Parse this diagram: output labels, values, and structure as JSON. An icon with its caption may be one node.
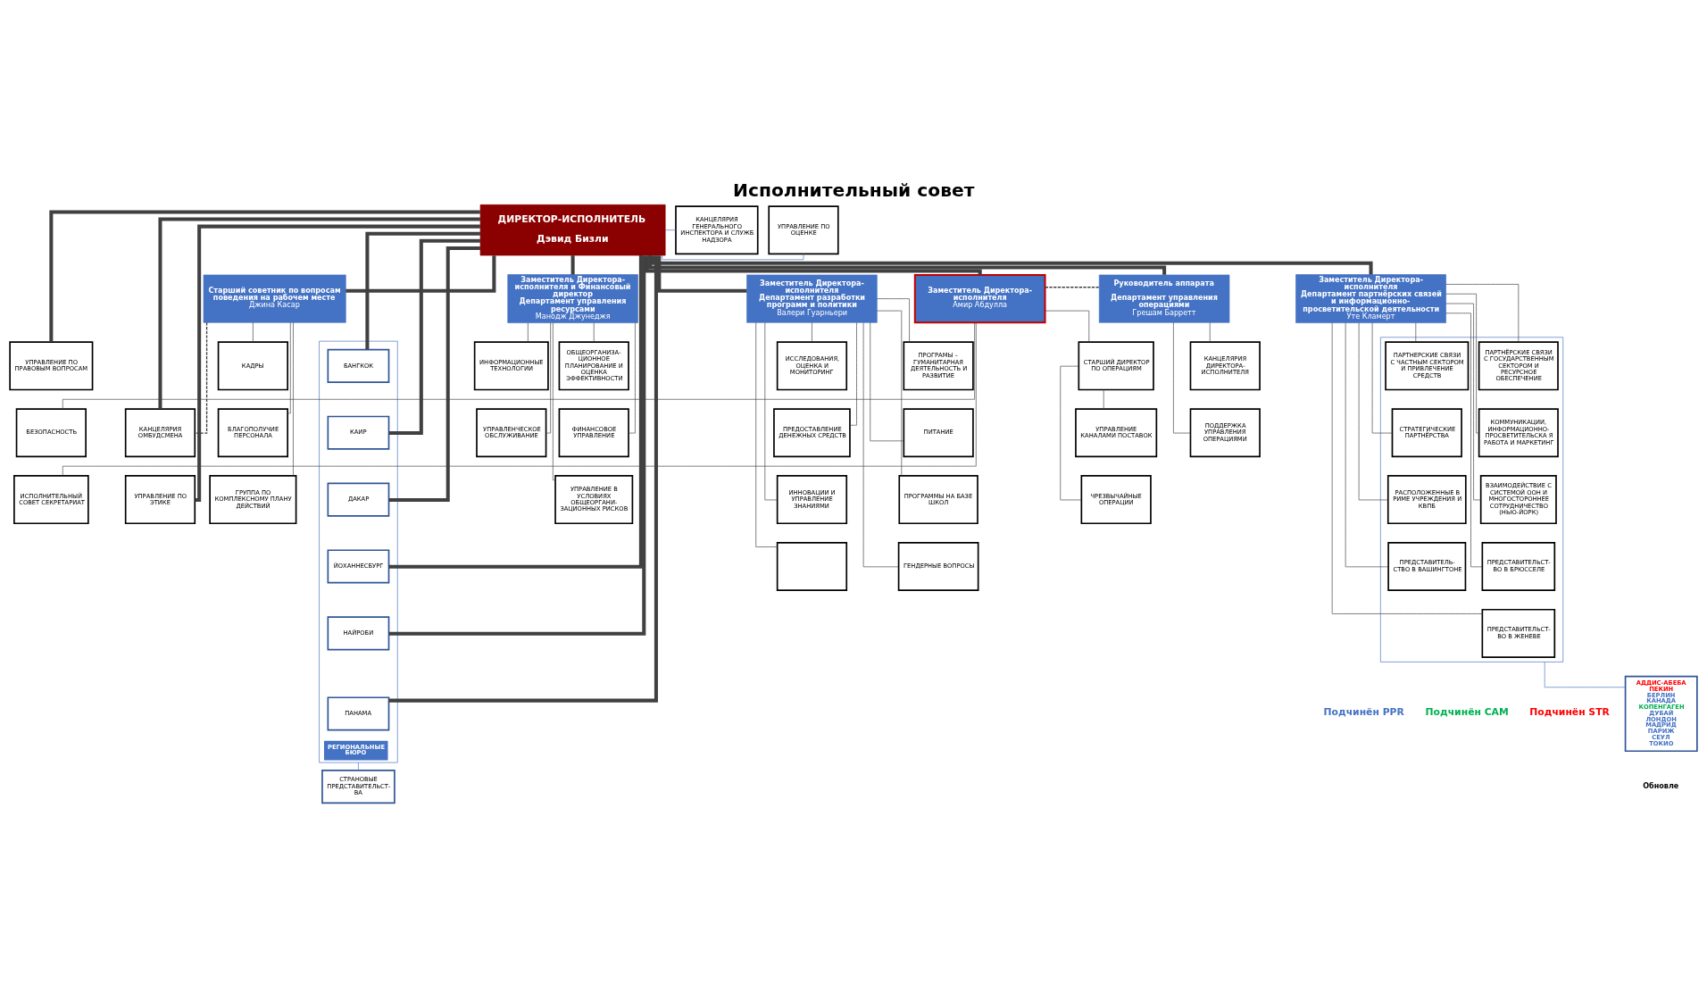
{
  "diagram": {
    "title": "Исполнительный совет",
    "nodes": [
      {
        "text": [
          "ДИРЕКТОР-ИСПОЛНИТЕЛЬ",
          "Дэвид Бизли"
        ]
      },
      {
        "text": [
          "КАНЦЕЛЯРИЯ ГЕНЕРАЛЬНОГО ИНСПЕКТОРА И СЛУЖБ НАДЗОРА"
        ]
      },
      {
        "text": [
          "УПРАВЛЕНИЕ ПО ОЦЕНКЕ"
        ]
      },
      {
        "text": [
          "Старший советник по вопросам поведения на рабочем месте",
          "Джина Касар"
        ]
      },
      {
        "text": [
          "КАДРЫ"
        ]
      },
      {
        "text": [
          "БЛАГОПОЛУЧИЕ ПЕРСОНАЛА"
        ]
      },
      {
        "text": [
          "ГРУППА ПО КОМПЛЕКСНОМУ ПЛАНУ ДЕЙСТВИЙ"
        ]
      },
      {
        "text": [
          "КАНЦЕЛЯРИЯ ОМБУДСМЕНА"
        ]
      },
      {
        "text": [
          "УПРАВЛЕНИЕ ПО ЭТИКЕ"
        ]
      },
      {
        "text": [
          "Заместитель Директора-исполнителя и Финансовый директор",
          "Департамент управления ресурсами",
          "Манодж Джунеджя"
        ]
      },
      {
        "text": [
          "ОБЩЕОРГАНИЗА- ЦИОННОЕ ПЛАНИРОВАНИЕ И ОЦЕНКА ЭФФЕКТИВНОСТИ"
        ]
      },
      {
        "text": [
          "ИНФОРМАЦИОННЫЕ ТЕХНОЛОГИИ"
        ]
      },
      {
        "text": [
          "ФИНАНСОВОЕ УПРАВЛЕНИЕ"
        ]
      },
      {
        "text": [
          "УПРАВЛЕНЧЕСКОЕ ОБСЛУЖИВАНИЕ"
        ]
      },
      {
        "text": [
          "УПРАВЛЕНИЕ В УСЛОВИЯХ ОБЩЕОРГАНИ- ЗАЦИОННЫХ РИСКОВ"
        ]
      },
      {
        "text": [
          "Заместитель Директора-исполнителя",
          "Департамент разработки программ и политики",
          "Валери Гуарньери"
        ]
      },
      {
        "text": [
          "ПРОГРАМЫ – ГУМАНИТАРНАЯ ДЕЯТЕЛЬНОСТЬ И РАЗВИТИЕ"
        ]
      },
      {
        "text": [
          "ИССЛЕДОВАНИЯ, ОЦЕНКА И МОНИТОРИНГ"
        ]
      },
      {
        "text": [
          "ПИТАНИЕ"
        ]
      },
      {
        "text": [
          "ПРЕДОСТАВЛЕНИЕ ДЕНЕЖНЫХ СРЕДСТВ"
        ]
      },
      {
        "text": [
          "ПРОГРАММЫ НА БАЗЕ ШКОЛ"
        ]
      },
      {
        "text": [
          "ИННОВАЦИИ И УПРАВЛЕНИЕ ЗНАНИЯМИ"
        ]
      },
      {
        "text": [
          "ГЕНДЕРНЫЕ ВОПРОСЫ"
        ]
      },
      {
        "text": [],
        "shape": "box"
      },
      {
        "text": [
          "Заместитель Директора-исполнителя",
          "Амир Абдулла"
        ]
      },
      {
        "text": [
          "СТАРШИЙ ДИРЕКТОР ПО ОПЕРАЦИЯМ"
        ]
      },
      {
        "text": [
          "УПРАВЛЕНИЕ ПО ПРАВОВЫМ ВОПРОСАМ"
        ]
      },
      {
        "text": [
          "УПРАВЛЕНИЕ КАНАЛАМИ ПОСТАВОК"
        ]
      },
      {
        "text": [
          "БЕЗОПАСНОСТЬ"
        ]
      },
      {
        "text": [
          "ЧРЕЗВЫЧАЙНЫЕ ОПЕРАЦИИ"
        ]
      },
      {
        "text": [
          "ИСПОЛНИТЕЛЬНЫЙ СОВЕТ СЕКРЕТАРИАТ"
        ]
      },
      {
        "text": [
          "Руководитель аппарата",
          "Департамент управления операциями",
          "Грешам Барретт"
        ]
      },
      {
        "text": [
          "РЕГИОНАЛЬНЫЕ БЮРО"
        ]
      },
      {
        "text": [
          "БАНГКОК"
        ],
        "in": 32
      },
      {
        "text": [
          "КАИР"
        ],
        "in": 32
      },
      {
        "text": [
          "ДАКАР"
        ],
        "in": 32
      },
      {
        "text": [
          "ЙОХАННЕСБУРГ"
        ],
        "in": 32
      },
      {
        "text": [
          "НАЙРОБИ"
        ],
        "in": 32
      },
      {
        "text": [
          "ПАНАМА"
        ],
        "in": 32
      },
      {
        "text": [
          "СТРАНОВЫЕ ПРЕДСТАВИТЕЛЬСТ- ВА"
        ]
      },
      {
        "text": [
          "КАНЦЕЛЯРИЯ ДИРЕКТОРА- ИСПОЛНИТЕЛЯ"
        ]
      },
      {
        "text": [
          "ПОДДЕРЖКА УПРАВЛЕНИЯ ОПЕРАЦИЯМИ"
        ]
      },
      {
        "text": [
          "Заместитель Директора-исполнителя",
          "Департамент партнёрских связей и информационно-просветительской деятельности",
          "Уте Кламерт"
        ]
      },
      {
        "text": [],
        "shape": "box"
      },
      {
        "text": [
          "ПАРТНЁРСКИЕ СВЯЗИ С ГОСУДАРСТВЕННЫМ СЕКТОРОМ И РЕСУРСНОЕ ОБЕСПЕЧЕНИЕ"
        ],
        "in": 43
      },
      {
        "text": [
          "ПАРТНЕРСКИЕ СВЯЗИ С ЧАСТНЫМ СЕКТОРОМ И ПРИВЛЕЧЕНИЕ СРЕДСТВ"
        ],
        "in": 43
      },
      {
        "text": [
          "КОММУНИКАЦИИ, ИНФОРМАЦИОННО- ПРОСВЕТИТЕЛЬСКА Я РАБОТА И МАРКЕТИНГ"
        ],
        "in": 43
      },
      {
        "text": [
          "СТРАТЕГИЧЕСКИЕ ПАРТНЁРСТВА"
        ],
        "in": 43
      },
      {
        "text": [
          "ВЗАИМОДЕЙСТВИЕ С СИСТЕМОЙ ООН И МНОГОСТОРОННЕЕ СОТРУДНИЧЕСТВО (НЬЮ-ЙОРК)"
        ],
        "in": 43
      },
      {
        "text": [
          "РАСПОЛОЖЕННЫЕ В РИМЕ УЧРЕЖДЕНИЯ И КВПБ"
        ],
        "in": 43
      },
      {
        "text": [
          "ПРЕДСТАВИТЕЛЬСТ- ВО В БРЮССЕЛЕ"
        ],
        "in": 43
      },
      {
        "text": [
          "ПРЕДСТАВИТЕЛЬ- СТВО В ВАШИНГТОНЕ"
        ],
        "in": 43
      },
      {
        "text": [
          "ПРЕДСТАВИТЕЛЬСТ- ВО В ЖЕНЕВЕ"
        ],
        "in": 43
      },
      {
        "text": [
          "АДДИС-АБЕБА",
          "ПЕКИН",
          "БЕРЛИН",
          "КАНАДА",
          "КОПЕНГАГЕН",
          "ДУБАЙ",
          "ЛОНДОН",
          "МАДРИД",
          "ПАРИЖ",
          "СЕУЛ",
          "ТОКИО"
        ]
      }
    ],
    "edges": [
      {
        "from": 0,
        "to": 1,
        "arrow": "none",
        "color": "#4472c4"
      },
      {
        "from": 0,
        "to": 2,
        "arrow": "none",
        "color": "#4472c4"
      },
      {
        "from": 0,
        "to": 3,
        "arrow": "none",
        "style": "thick"
      },
      {
        "from": 0,
        "to": 7,
        "arrow": "none",
        "style": "thick"
      },
      {
        "from": 0,
        "to": 8,
        "arrow": "none",
        "style": "thick"
      },
      {
        "from": 0,
        "to": 9,
        "arrow": "none",
        "style": "thick"
      },
      {
        "from": 0,
        "to": 15,
        "arrow": "none",
        "style": "thick"
      },
      {
        "from": 0,
        "to": 24,
        "arrow": "none",
        "style": "thick"
      },
      {
        "from": 0,
        "to": 26,
        "arrow": "none",
        "style": "thick"
      },
      {
        "from": 0,
        "to": 31,
        "arrow": "none",
        "style": "thick"
      },
      {
        "from": 0,
        "to": 42,
        "arrow": "none",
        "style": "thick"
      },
      {
        "from": 0,
        "to": 33,
        "arrow": "none",
        "style": "thick"
      },
      {
        "from": 0,
        "to": 34,
        "arrow": "none",
        "style": "thick"
      },
      {
        "from": 0,
        "to": 35,
        "arrow": "none",
        "style": "thick"
      },
      {
        "from": 0,
        "to": 36,
        "arrow": "none",
        "style": "thick"
      },
      {
        "from": 0,
        "to": 37,
        "arrow": "none",
        "style": "thick"
      },
      {
        "from": 0,
        "to": 38,
        "arrow": "none",
        "style": "thick"
      },
      {
        "from": 3,
        "to": 7,
        "arrow": "none",
        "style": "dashed"
      },
      {
        "from": 24,
        "to": 31,
        "arrow": "none",
        "style": "dashed"
      },
      {
        "from": 3,
        "to": 4,
        "arrow": "none"
      },
      {
        "from": 3,
        "to": 5,
        "arrow": "none"
      },
      {
        "from": 3,
        "to": 6,
        "arrow": "none"
      },
      {
        "from": 9,
        "to": 10,
        "arrow": "none"
      },
      {
        "from": 9,
        "to": 11,
        "arrow": "none"
      },
      {
        "from": 9,
        "to": 12,
        "arrow": "none"
      },
      {
        "from": 9,
        "to": 13,
        "arrow": "none"
      },
      {
        "from": 9,
        "to": 14,
        "arrow": "none"
      },
      {
        "from": 15,
        "to": 16,
        "arrow": "none"
      },
      {
        "from": 15,
        "to": 17,
        "arrow": "none"
      },
      {
        "from": 15,
        "to": 18,
        "arrow": "none"
      },
      {
        "from": 15,
        "to": 19,
        "arrow": "none"
      },
      {
        "from": 15,
        "to": 20,
        "arrow": "none"
      },
      {
        "from": 15,
        "to": 21,
        "arrow": "none"
      },
      {
        "from": 15,
        "to": 22,
        "arrow": "none"
      },
      {
        "from": 15,
        "to": 23,
        "arrow": "none"
      },
      {
        "from": 24,
        "to": 25,
        "arrow": "none"
      },
      {
        "from": 24,
        "to": 28,
        "arrow": "none"
      },
      {
        "from": 24,
        "to": 30,
        "arrow": "none"
      },
      {
        "from": 25,
        "to": 27,
        "arrow": "none"
      },
      {
        "from": 25,
        "to": 29,
        "arrow": "none"
      },
      {
        "from": 31,
        "to": 40,
        "arrow": "none"
      },
      {
        "from": 31,
        "to": 41,
        "arrow": "none"
      },
      {
        "from": 32,
        "to": 39,
        "arrow": "none",
        "color": "#4472c4"
      },
      {
        "from": 42,
        "to": 44,
        "arrow": "none"
      },
      {
        "from": 42,
        "to": 45,
        "arrow": "none"
      },
      {
        "from": 42,
        "to": 46,
        "arrow": "none"
      },
      {
        "from": 42,
        "to": 47,
        "arrow": "none"
      },
      {
        "from": 42,
        "to": 48,
        "arrow": "none"
      },
      {
        "from": 42,
        "to": 49,
        "arrow": "none"
      },
      {
        "from": 42,
        "to": 50,
        "arrow": "none"
      },
      {
        "from": 42,
        "to": 51,
        "arrow": "none"
      },
      {
        "from": 42,
        "to": 52,
        "arrow": "none"
      },
      {
        "from": 43,
        "to": 53,
        "arrow": "none",
        "color": "#4472c4"
      }
    ],
    "labels": [
      "Обновле"
    ],
    "legend": [
      {
        "text": "Подчинён PPR",
        "color": "#4472c4"
      },
      {
        "text": "Подчинён CAM",
        "color": "#00b050"
      },
      {
        "text": "Подчинён STR",
        "color": "#ff0000"
      }
    ]
  }
}
